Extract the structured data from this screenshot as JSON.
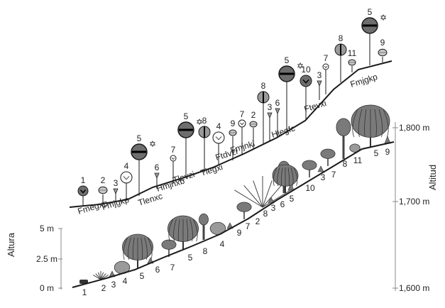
{
  "axes": {
    "left_title": "Altura",
    "left_ticks": [
      "0 m",
      "2.5 m",
      "5 m"
    ],
    "right_title": "Altitud",
    "right_ticks": [
      "1,600 m",
      "1,700 m",
      "1,800 m"
    ]
  },
  "top_profile": {
    "zone_labels": [
      "Fmegxp",
      "Fmjgkp",
      "Tlenxc",
      "Hmjnxb",
      "Tlevzi",
      "Tlegxi",
      "Ftdvzi",
      "Fmjnki",
      "Hlegfc",
      "Ftevxi",
      "Fmjgkp"
    ],
    "lollipops": [
      {
        "number": "1",
        "style": "small-dark-chevron"
      },
      {
        "number": "2",
        "style": "small-sphere"
      },
      {
        "number": "3",
        "style": "tiny-cone"
      },
      {
        "number": "4",
        "style": "open-chevron"
      },
      {
        "number": "5",
        "style": "large-dark-bar",
        "star": true
      },
      {
        "number": "6",
        "style": "tiny-cone"
      },
      {
        "number": "7",
        "style": "small-open-chevron"
      },
      {
        "number": "5",
        "style": "large-dark-bar",
        "star": true
      },
      {
        "number": "8",
        "style": "half-dark"
      },
      {
        "number": "4",
        "style": "open-chevron"
      },
      {
        "number": "9",
        "style": "small-sphere"
      },
      {
        "number": "7",
        "style": "small-open-chevron"
      },
      {
        "number": "2",
        "style": "small-sphere"
      },
      {
        "number": "8",
        "style": "half-dark"
      },
      {
        "number": "3",
        "style": "tiny-cone"
      },
      {
        "number": "6",
        "style": "tiny-cone"
      },
      {
        "number": "5",
        "style": "large-dark-bar",
        "star": true
      },
      {
        "number": "10",
        "style": "dark-chevron"
      },
      {
        "number": "3",
        "style": "tiny-cone"
      },
      {
        "number": "7",
        "style": "small-open-chevron"
      },
      {
        "number": "8",
        "style": "half-dark"
      },
      {
        "number": "11",
        "style": "small-sphere"
      },
      {
        "number": "5",
        "style": "large-dark-bar",
        "star": true
      },
      {
        "number": "9",
        "style": "small-sphere"
      }
    ]
  },
  "bottom_profile": {
    "plant_numbers": [
      "1",
      "2",
      "3",
      "4",
      "5",
      "6",
      "7",
      "5",
      "8",
      "4",
      "9",
      "7",
      "2",
      "8",
      "3",
      "6",
      "5",
      "10",
      "3",
      "7",
      "8",
      "11",
      "5",
      "9"
    ],
    "plants": [
      {
        "name": "plant-1",
        "kind": "low-shrub"
      },
      {
        "name": "plant-2",
        "kind": "spiky-rosette"
      },
      {
        "name": "plant-3",
        "kind": "small-tuft"
      },
      {
        "name": "plant-4",
        "kind": "round-shrub"
      },
      {
        "name": "plant-5",
        "kind": "weeping-tree"
      },
      {
        "name": "plant-6",
        "kind": "small-tuft"
      },
      {
        "name": "plant-7",
        "kind": "small-tree"
      },
      {
        "name": "plant-5",
        "kind": "weeping-tree"
      },
      {
        "name": "plant-8",
        "kind": "palm"
      },
      {
        "name": "plant-4",
        "kind": "round-shrub"
      },
      {
        "name": "plant-9",
        "kind": "small-tuft"
      },
      {
        "name": "plant-7",
        "kind": "small-tree"
      },
      {
        "name": "plant-2",
        "kind": "spiky-rosette"
      },
      {
        "name": "plant-8",
        "kind": "palm"
      },
      {
        "name": "plant-3",
        "kind": "small-tuft"
      },
      {
        "name": "plant-6",
        "kind": "small-tuft"
      },
      {
        "name": "plant-5",
        "kind": "weeping-tree"
      },
      {
        "name": "plant-10",
        "kind": "small-tree"
      },
      {
        "name": "plant-3",
        "kind": "small-tuft"
      },
      {
        "name": "plant-7",
        "kind": "small-tree"
      },
      {
        "name": "plant-8",
        "kind": "palm"
      },
      {
        "name": "plant-11",
        "kind": "round-shrub"
      },
      {
        "name": "plant-5",
        "kind": "weeping-tree"
      },
      {
        "name": "plant-9",
        "kind": "small-tuft"
      }
    ]
  },
  "colors": {
    "ink": "#1a1a1a",
    "dark_fill": "#6e6e6e",
    "mid_fill": "#9a9a9a",
    "light_fill": "#c8c8c8",
    "foliage": "#7a7a7a"
  }
}
